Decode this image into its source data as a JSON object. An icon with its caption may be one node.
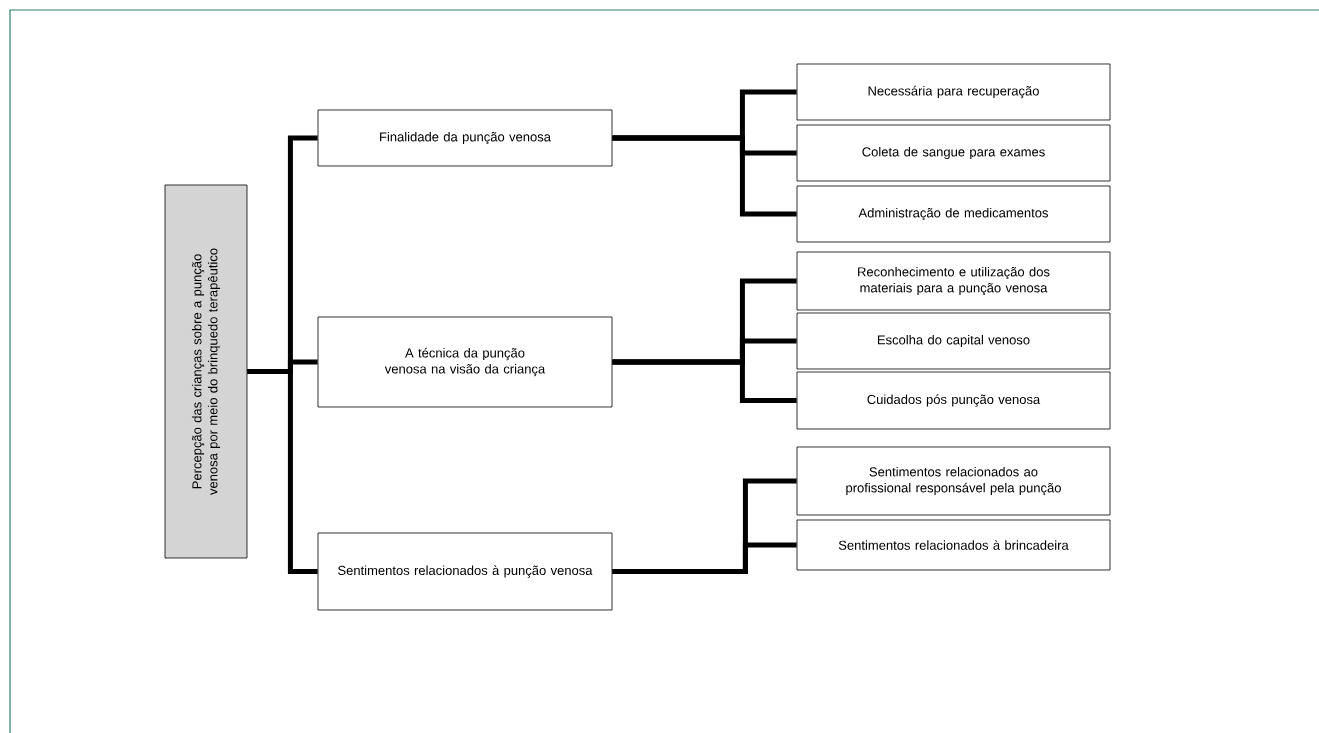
{
  "diagram": {
    "nodes": [
      {
        "text": [
          "Percepção das crianças sobre a punção venosa por meio do brinquedo terapêutico"
        ]
      },
      {
        "text": [
          "Finalidade da punção venosa"
        ]
      },
      {
        "text": [
          "A técnica da punção venosa na visão da criança"
        ]
      },
      {
        "text": [
          "Sentimentos relacionados à punção venosa"
        ]
      },
      {
        "text": [
          "Necessária para recuperação"
        ]
      },
      {
        "text": [
          "Coleta de sangue para exames"
        ]
      },
      {
        "text": [
          "Administração de medicamentos"
        ]
      },
      {
        "text": [
          "Reconhecimento e utilização dos materiais para a punção venosa"
        ]
      },
      {
        "text": [
          "Escolha do capital venoso"
        ]
      },
      {
        "text": [
          "Cuidados pós punção venosa"
        ]
      },
      {
        "text": [
          "Sentimentos relacionados ao profissional responsável pela punção"
        ]
      },
      {
        "text": [
          "Sentimentos  relacionados à brincadeira"
        ]
      }
    ],
    "edges": [
      {
        "from": 0,
        "to": 1,
        "arrow": "none"
      },
      {
        "from": 0,
        "to": 2,
        "arrow": "none"
      },
      {
        "from": 0,
        "to": 3,
        "arrow": "none"
      },
      {
        "from": 1,
        "to": 4,
        "arrow": "none"
      },
      {
        "from": 1,
        "to": 5,
        "arrow": "none"
      },
      {
        "from": 1,
        "to": 6,
        "arrow": "none"
      },
      {
        "from": 2,
        "to": 7,
        "arrow": "none"
      },
      {
        "from": 2,
        "to": 8,
        "arrow": "none"
      },
      {
        "from": 2,
        "to": 9,
        "arrow": "none"
      },
      {
        "from": 3,
        "to": 10,
        "arrow": "none"
      },
      {
        "from": 3,
        "to": 11,
        "arrow": "none"
      }
    ]
  }
}
